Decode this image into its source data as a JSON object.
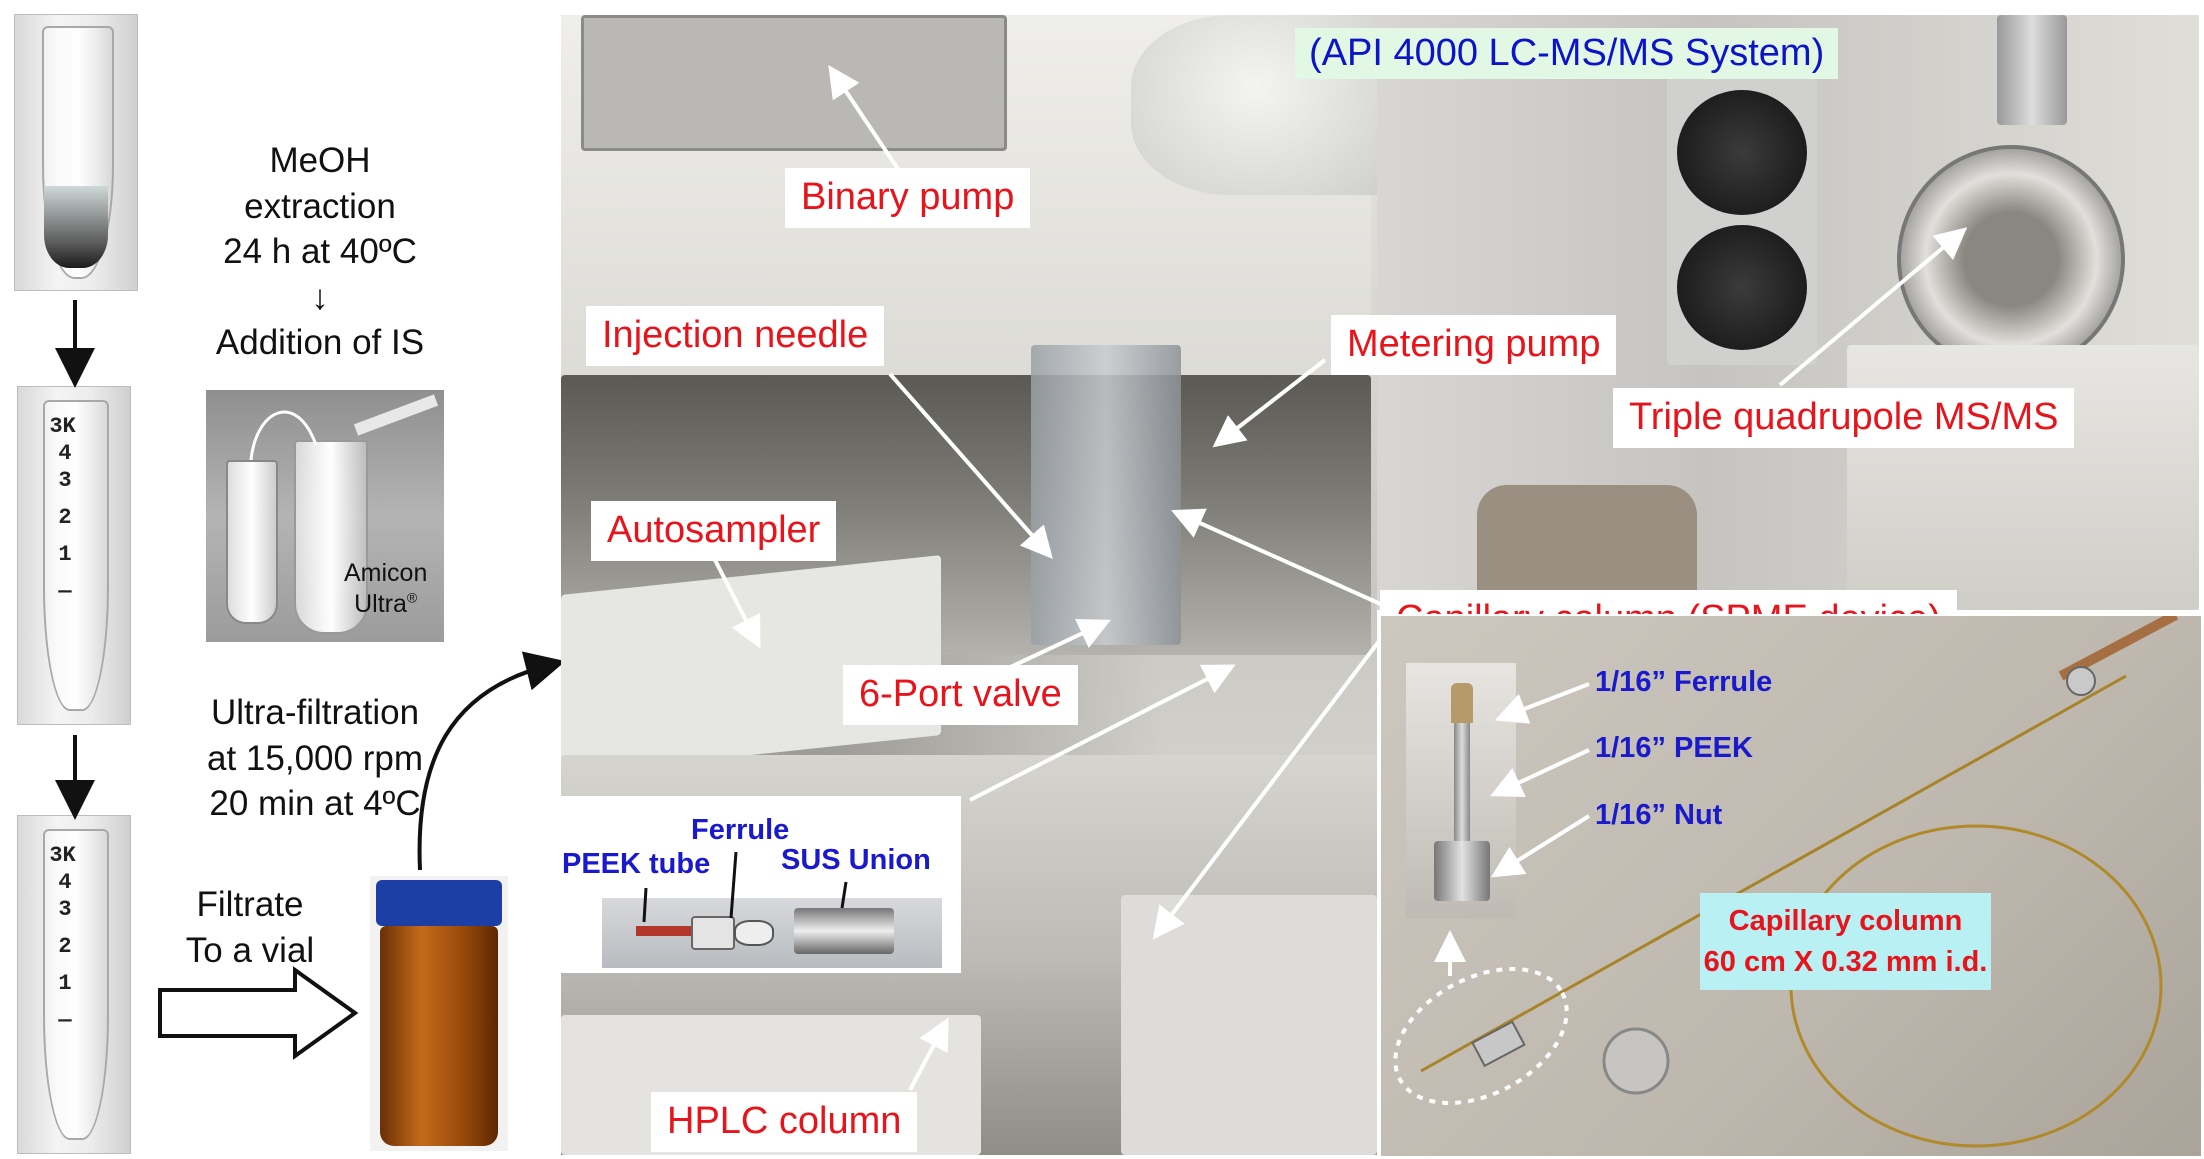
{
  "steps": {
    "extraction": [
      "MeOH",
      "extraction",
      "24 h at 40ºC",
      "↓",
      "Addition of IS"
    ],
    "amicon": "Amicon",
    "amicon_ultra": "Ultra",
    "amicon_reg": "®",
    "ultrafiltration": [
      "Ultra-filtration",
      "at 15,000 rpm",
      "20 min at 4ºC"
    ],
    "filtrate": [
      "Filtrate",
      "To a vial"
    ],
    "tube_marks": [
      "3K",
      "4",
      "3",
      "2",
      "1",
      "—"
    ]
  },
  "instrument": {
    "system_title": "(API 4000 LC-MS/MS System)",
    "labels": {
      "binary_pump": "Binary pump",
      "injection_needle": "Injection needle",
      "metering_pump": "Metering pump",
      "triple_quad": "Triple quadrupole MS/MS",
      "autosampler": "Autosampler",
      "capillary_spme": "Capillary column (SPME device)",
      "six_port": "6-Port valve",
      "hplc_column": "HPLC column"
    },
    "connector_inset": {
      "peek_tube": "PEEK tube",
      "ferrule": "Ferrule",
      "sus_union": "SUS Union"
    }
  },
  "capillary_inset": {
    "ferrule": "1/16” Ferrule",
    "peek": "1/16” PEEK",
    "nut": "1/16” Nut",
    "column_title": "Capillary column",
    "column_spec": "60 cm X 0.32 mm i.d."
  },
  "colors": {
    "label_red": "#e8141c",
    "label_blue": "#1a1acc",
    "system_title_bg": "#e2f7e4",
    "capillary_box_bg": "#b9f0f4",
    "vial_cap": "#1c3fa6",
    "vial_amber": "#9a4a08"
  }
}
